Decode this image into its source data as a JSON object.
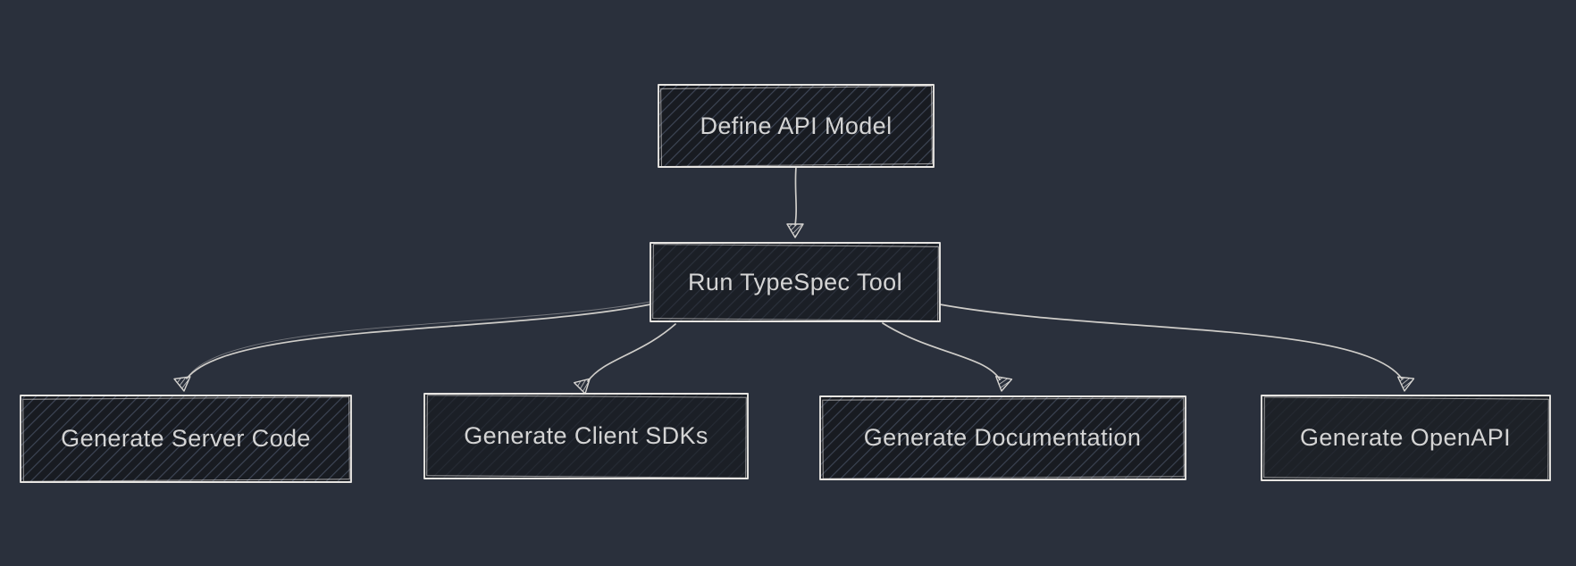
{
  "diagram": {
    "type": "flowchart",
    "direction": "top-down",
    "style": "hand-drawn-sketch",
    "nodes": [
      {
        "id": "define",
        "label": "Define API Model"
      },
      {
        "id": "run",
        "label": "Run TypeSpec Tool"
      },
      {
        "id": "server",
        "label": "Generate Server Code"
      },
      {
        "id": "sdk",
        "label": "Generate Client SDKs"
      },
      {
        "id": "docs",
        "label": "Generate Documentation"
      },
      {
        "id": "openapi",
        "label": "Generate OpenAPI"
      }
    ],
    "edges": [
      {
        "from": "Define API Model",
        "to": "Run TypeSpec Tool"
      },
      {
        "from": "Run TypeSpec Tool",
        "to": "Generate Server Code"
      },
      {
        "from": "Run TypeSpec Tool",
        "to": "Generate Client SDKs"
      },
      {
        "from": "Run TypeSpec Tool",
        "to": "Generate Documentation"
      },
      {
        "from": "Run TypeSpec Tool",
        "to": "Generate OpenAPI"
      }
    ],
    "colors": {
      "background": "#2a303c",
      "node_fill": "#181b21",
      "node_hatch": "#3e4656",
      "node_border": "#e7e5e2",
      "text": "#d4d4d4",
      "arrow": "#cfcdc9"
    }
  }
}
